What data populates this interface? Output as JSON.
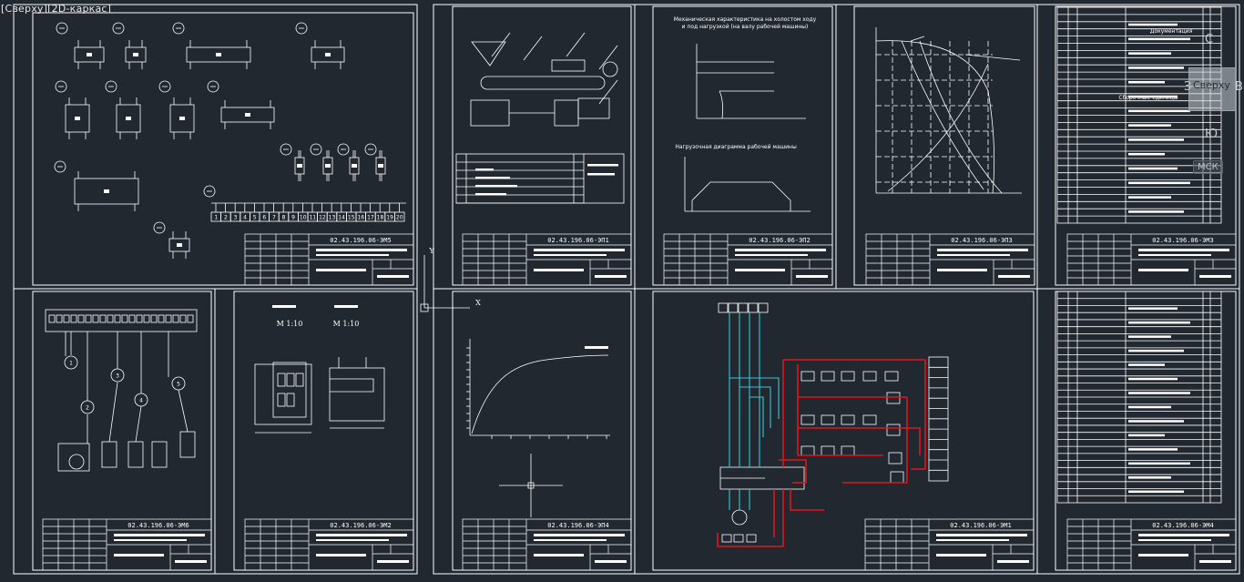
{
  "viewport": {
    "label_view": "[Сверху]",
    "label_style": "[2D-каркас]"
  },
  "viewcube": {
    "face": "Сверху",
    "north": "С",
    "south": "Ю",
    "east": "В",
    "west": "З",
    "wcs": "МСК"
  },
  "ucs": {
    "x": "X",
    "y": "Y"
  },
  "sheets": [
    {
      "code": "02.43.196.06-ЭМ5"
    },
    {
      "code": "02.43.196.06-ЭП1"
    },
    {
      "code": "02.43.196.06-ЭП2"
    },
    {
      "code": "02.43.196.06-ЭП3"
    },
    {
      "code": "02.43.196.06-ЭМ3"
    },
    {
      "code": "02.43.196.06-ЭМ6"
    },
    {
      "code": "02.43.196.06-ЭМ2"
    },
    {
      "code": "02.43.196.06-ЭП4"
    },
    {
      "code": "02.43.196.06-ЭМ1"
    },
    {
      "code": "02.43.196.06-ЭМ4"
    }
  ],
  "ep2_titles": {
    "mech_char_line1": "Механическая характеристика на холостом ходу",
    "mech_char_line2": "и под нагрузкой (на валу рабочей машины)",
    "load_diagram": "Нагрузочная диаграмма рабочей машины"
  },
  "em3_labels": {
    "documentation": "Документация",
    "standard_products": "Сборочные единицы"
  },
  "em2_scales": [
    "М 1:10",
    "М 1:10"
  ],
  "terminal_numbers": [
    "1",
    "2",
    "3",
    "4",
    "5",
    "6",
    "7",
    "8",
    "9",
    "10",
    "11",
    "12",
    "13",
    "14",
    "15",
    "16",
    "17",
    "18",
    "19",
    "20"
  ]
}
